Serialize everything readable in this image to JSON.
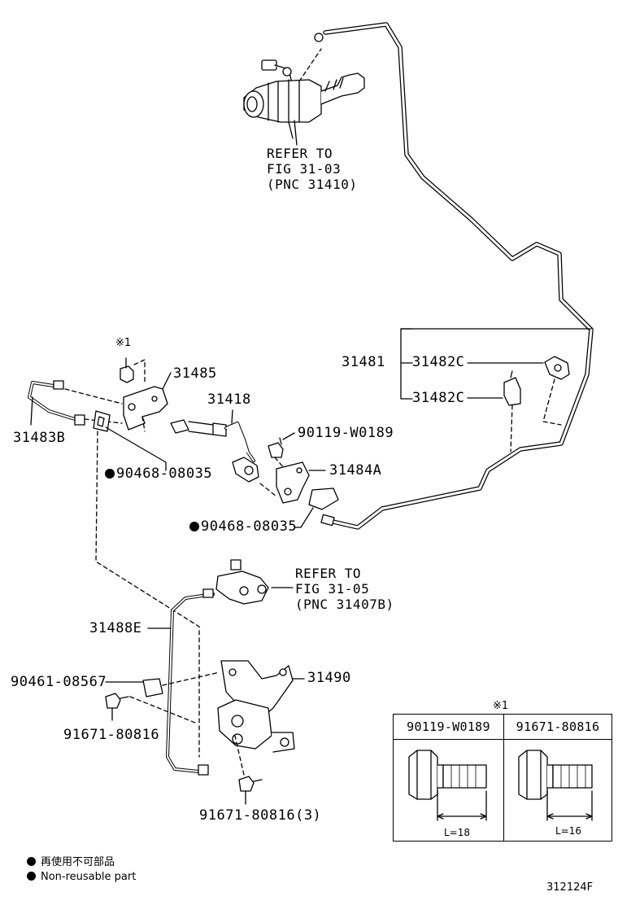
{
  "labels": {
    "p31481": "31481",
    "p31482c_a": "31482C",
    "p31482c_b": "31482C",
    "p31485": "31485",
    "p31418": "31418",
    "p31483b": "31483B",
    "p90119": "90119-W0189",
    "p31484a": "31484A",
    "p90468_a": "90468-08035",
    "p90468_b": "90468-08035",
    "p31488e": "31488E",
    "p31490": "31490",
    "p90461": "90461-08567",
    "p91671_a": "91671-80816",
    "p91671_b": "91671-80816(3)"
  },
  "refs": {
    "ref1": "REFER TO\nFIG 31-03\n(PNC 31410)",
    "ref2": "REFER TO\nFIG 31-05\n(PNC 31407B)"
  },
  "marks": {
    "bolt_mark": "※1",
    "table_mark": "※1"
  },
  "table": {
    "col1_header": "90119-W0189",
    "col2_header": "91671-80816",
    "col1_length": "L=18",
    "col2_length": "L=16"
  },
  "legend": {
    "line1": "再使用不可部品",
    "line2": "Non-reusable part"
  },
  "figure_code": "312124F"
}
